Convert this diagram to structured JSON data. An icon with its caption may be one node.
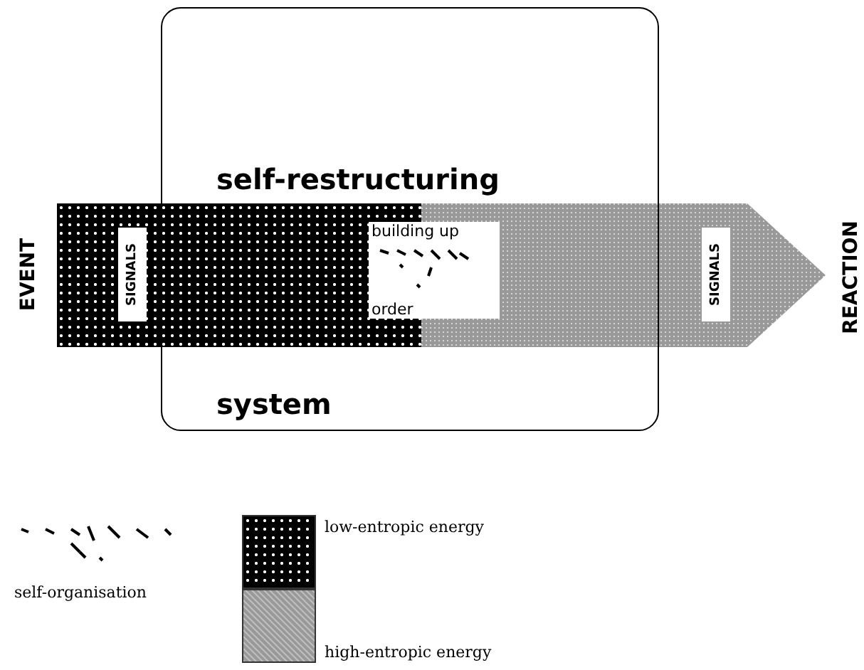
{
  "diagram": {
    "nodes": [
      {
        "text": [
          "self-restructuring",
          "system"
        ]
      },
      {
        "text": [
          "SIGNALS"
        ]
      },
      {
        "text": [
          "building up",
          "order"
        ],
        "in": 0
      },
      {
        "text": [
          "SIGNALS"
        ]
      }
    ],
    "labels": [
      "EVENT",
      "REACTION"
    ],
    "legend": [
      {
        "text": "self-organisation"
      },
      {
        "text": "low-entropic energy",
        "color": "#000000"
      },
      {
        "text": "high-entropic energy",
        "color": "#999999"
      }
    ]
  }
}
